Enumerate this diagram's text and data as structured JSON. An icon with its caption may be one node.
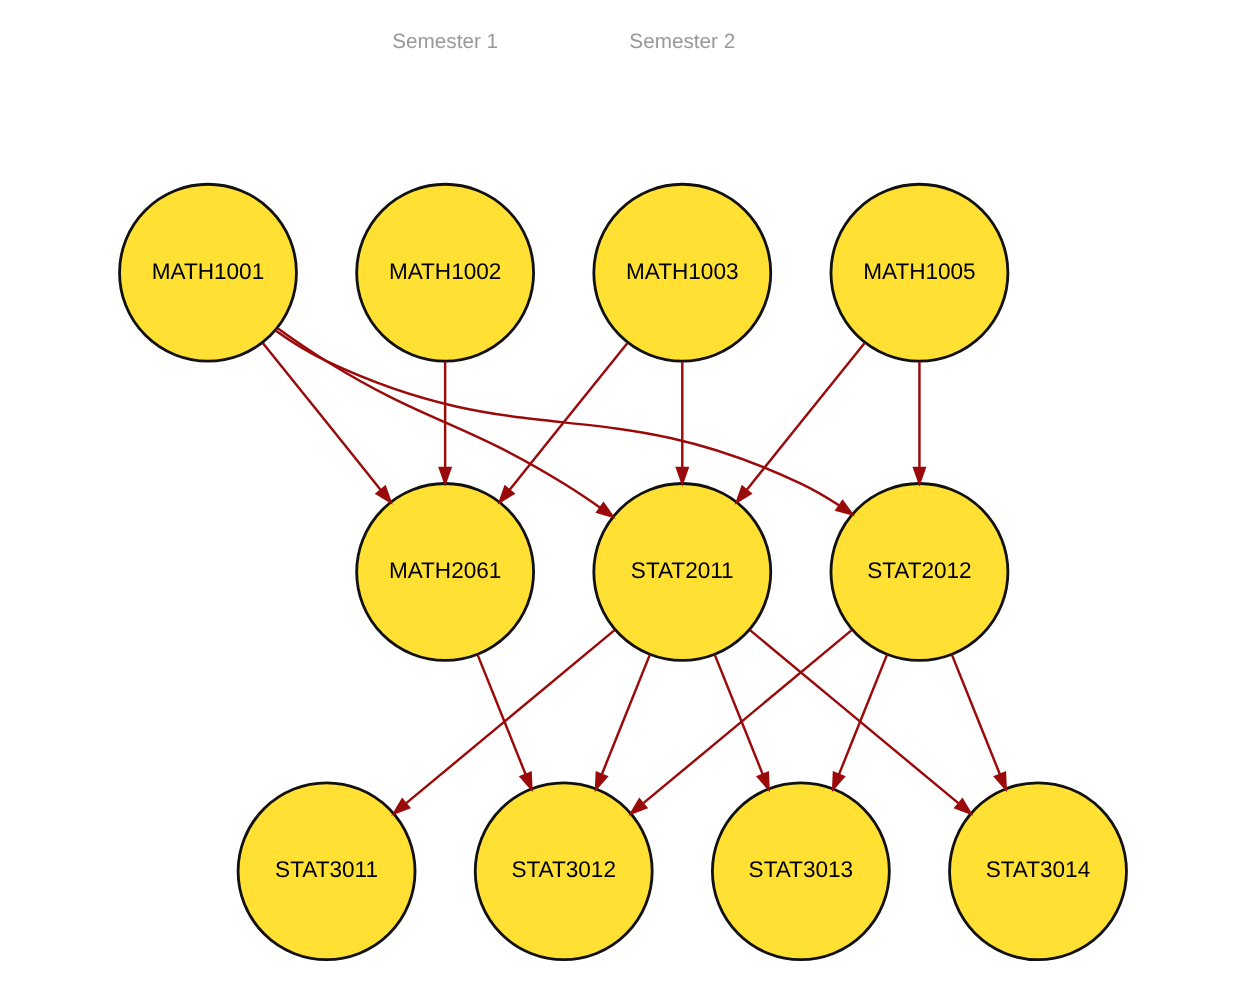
{
  "diagram": {
    "nodes": [
      {
        "text": [
          "MATH1001"
        ]
      },
      {
        "text": [
          "MATH1002"
        ]
      },
      {
        "text": [
          "MATH1003"
        ]
      },
      {
        "text": [
          "MATH1005"
        ]
      },
      {
        "text": [
          "MATH2061"
        ]
      },
      {
        "text": [
          "STAT2011"
        ]
      },
      {
        "text": [
          "STAT2012"
        ]
      },
      {
        "text": [
          "STAT3011"
        ]
      },
      {
        "text": [
          "STAT3012"
        ]
      },
      {
        "text": [
          "STAT3013"
        ]
      },
      {
        "text": [
          "STAT3014"
        ]
      }
    ],
    "edges": [
      {
        "from": 0,
        "to": 4,
        "arrow": "to"
      },
      {
        "from": 0,
        "to": 5,
        "arrow": "to"
      },
      {
        "from": 0,
        "to": 6,
        "arrow": "to"
      },
      {
        "from": 1,
        "to": 4,
        "arrow": "to"
      },
      {
        "from": 2,
        "to": 4,
        "arrow": "to"
      },
      {
        "from": 2,
        "to": 5,
        "arrow": "to"
      },
      {
        "from": 3,
        "to": 5,
        "arrow": "to"
      },
      {
        "from": 3,
        "to": 6,
        "arrow": "to"
      },
      {
        "from": 4,
        "to": 8,
        "arrow": "to"
      },
      {
        "from": 5,
        "to": 7,
        "arrow": "to"
      },
      {
        "from": 5,
        "to": 8,
        "arrow": "to"
      },
      {
        "from": 5,
        "to": 9,
        "arrow": "to"
      },
      {
        "from": 5,
        "to": 10,
        "arrow": "to"
      },
      {
        "from": 6,
        "to": 8,
        "arrow": "to"
      },
      {
        "from": 6,
        "to": 9,
        "arrow": "to"
      },
      {
        "from": 6,
        "to": 10,
        "arrow": "to"
      }
    ],
    "labels": [
      "Semester 1",
      "Semester 2"
    ]
  }
}
